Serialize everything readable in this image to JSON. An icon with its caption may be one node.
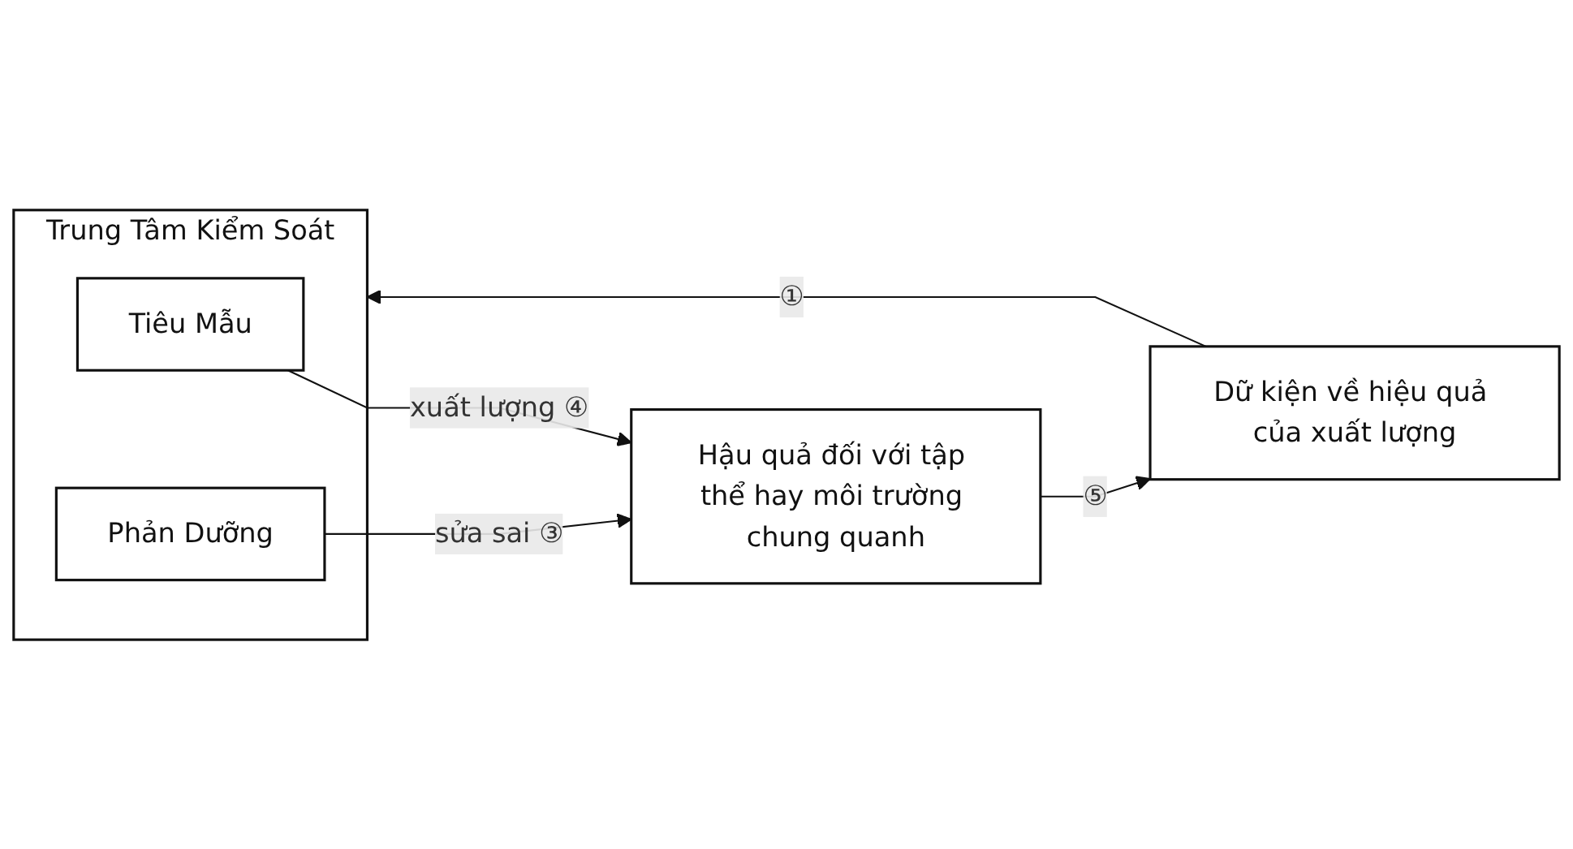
{
  "diagram": {
    "nodes": [
      {
        "text": [
          "Trung Tâm Kiểm Soát"
        ]
      },
      {
        "text": [
          "Tiêu Mẫu"
        ],
        "in": 0
      },
      {
        "text": [
          "Phản Dưỡng"
        ],
        "in": 0
      },
      {
        "text": [
          "Hậu quả đối với tập thể hay môi trường chung quanh"
        ]
      },
      {
        "text": [
          "Dữ kiện về hiệu quả của xuất lượng"
        ]
      }
    ],
    "edges": [
      {
        "from": 1,
        "to": 3,
        "arrow": "to",
        "label": "xuất lượng ④"
      },
      {
        "from": 2,
        "to": 3,
        "arrow": "to",
        "label": "sửa sai ③"
      },
      {
        "from": 3,
        "to": 4,
        "arrow": "to",
        "label": "⑤"
      },
      {
        "from": 4,
        "to": 0,
        "arrow": "to",
        "label": "①"
      }
    ]
  }
}
